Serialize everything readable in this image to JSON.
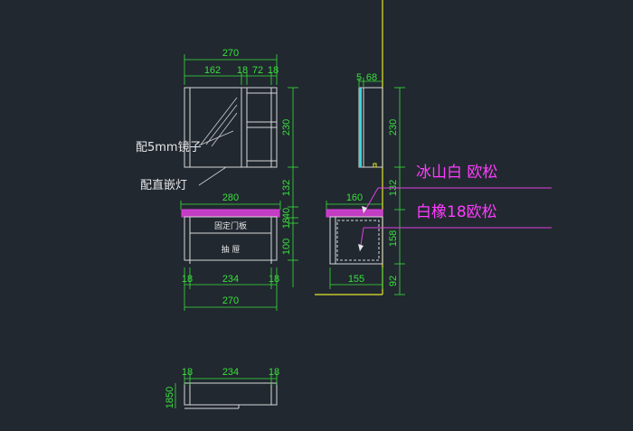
{
  "colors": {
    "background": "#212830",
    "dimension": "#39e03a",
    "outline": "#d8d8d8",
    "highlight_yellow": "#e6e62c",
    "material_magenta": "#e040e0",
    "mirror_cyan": "#39d7d7"
  },
  "front_view": {
    "top_overall": "270",
    "top_segments": [
      "162",
      "18",
      "72",
      "18"
    ],
    "right_heights": [
      "230",
      "132",
      "40",
      "18",
      "100"
    ],
    "counter_width": "280",
    "drawer_labels": {
      "fixed_panel": "固定门板",
      "drawer": "抽  屉"
    },
    "bottom_segments": [
      "18",
      "234",
      "18"
    ],
    "bottom_overall": "270"
  },
  "annotations": {
    "mirror_note": "配5mm镜子",
    "light_note": "配直嵌灯"
  },
  "side_view": {
    "top_dims": [
      "5",
      "68"
    ],
    "depth_upper": "160",
    "depth_lower": "155",
    "right_heights": [
      "230",
      "132",
      "158",
      "92"
    ],
    "material_top": "冰山白 欧松",
    "material_bottom": "白橡18欧松"
  },
  "plan_view": {
    "top_segments": [
      "18",
      "234",
      "18"
    ],
    "left_dim": "1850"
  }
}
